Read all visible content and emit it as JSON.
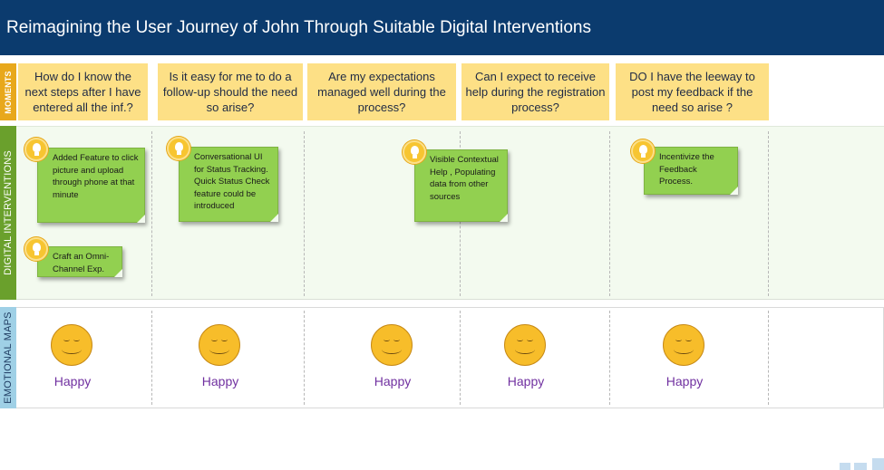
{
  "title": "Reimagining the User Journey of John Through Suitable Digital Interventions",
  "rows": {
    "moments": "MOMENTS",
    "digital": "DIGITAL INTERVENTIONS",
    "emotional": "EMOTIONAL MAPS"
  },
  "moments": [
    "How do I know the next steps after I have entered all the inf.?",
    "Is it easy for me to do a follow-up should the need so arise?",
    "Are my expectations managed well during the process?",
    "Can I expect to receive help during the registration process?",
    "DO I have the leeway to post my feedback if the need so arise ?"
  ],
  "interventions": [
    "Added Feature to click picture and upload through phone at that minute",
    "Craft an Omni-Channel Exp.",
    "Conversational UI for Status Tracking. Quick Status Check feature could be introduced",
    "Visible Contextual Help , Populating data from other sources",
    "Incentivize the Feedback Process."
  ],
  "emotions": [
    "Happy",
    "Happy",
    "Happy",
    "Happy",
    "Happy"
  ],
  "colors": {
    "header": "#0b3b6e",
    "moments_label": "#e8a81c",
    "moment_card": "#fde086",
    "digital_label": "#6aa02c",
    "sticky_note": "#92d050",
    "emotional_label": "#9fd0e6",
    "emotion_text": "#7030a0",
    "smiley": "#f7bd2a"
  },
  "icons": {
    "idea": "lightbulb-icon",
    "emotion": "smiley-face-icon"
  }
}
